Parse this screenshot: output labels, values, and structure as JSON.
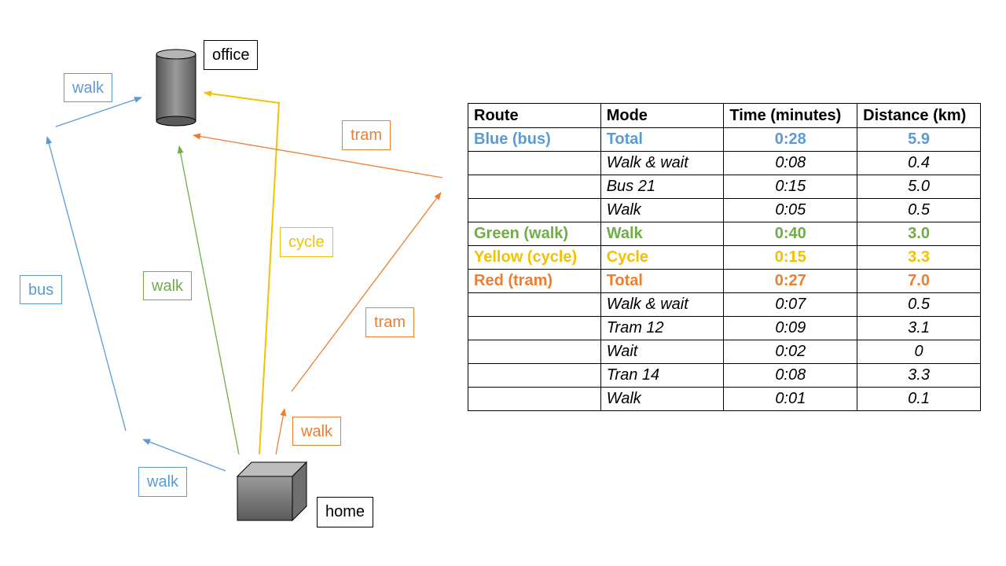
{
  "colors": {
    "blue": "#5b9bd5",
    "green": "#70ad47",
    "yellow": "#f2c100",
    "orange": "#ed7d31"
  },
  "nodes": {
    "office": "office",
    "home": "home"
  },
  "edge_labels": {
    "blue_walk_top": "walk",
    "blue_bus": "bus",
    "blue_walk_bottom": "walk",
    "green_walk": "walk",
    "yellow_cycle": "cycle",
    "orange_tram_top": "tram",
    "orange_tram_mid": "tram",
    "orange_walk": "walk"
  },
  "table": {
    "headers": [
      "Route",
      "Mode",
      "Time (minutes)",
      "Distance (km)"
    ],
    "rows": [
      {
        "route": "Blue (bus)",
        "mode": "Total",
        "time": "0:28",
        "distance": "5.9"
      },
      {
        "route": "",
        "mode": "Walk & wait",
        "time": "0:08",
        "distance": "0.4"
      },
      {
        "route": "",
        "mode": "Bus 21",
        "time": "0:15",
        "distance": "5.0"
      },
      {
        "route": "",
        "mode": "Walk",
        "time": "0:05",
        "distance": "0.5"
      },
      {
        "route": "Green (walk)",
        "mode": "Walk",
        "time": "0:40",
        "distance": "3.0"
      },
      {
        "route": "Yellow (cycle)",
        "mode": "Cycle",
        "time": "0:15",
        "distance": "3.3"
      },
      {
        "route": "Red (tram)",
        "mode": "Total",
        "time": "0:27",
        "distance": "7.0"
      },
      {
        "route": "",
        "mode": "Walk & wait",
        "time": "0:07",
        "distance": "0.5"
      },
      {
        "route": "",
        "mode": "Tram 12",
        "time": "0:09",
        "distance": "3.1"
      },
      {
        "route": "",
        "mode": "Wait",
        "time": "0:02",
        "distance": "0"
      },
      {
        "route": "",
        "mode": "Tran 14",
        "time": "0:08",
        "distance": "3.3"
      },
      {
        "route": "",
        "mode": "Walk",
        "time": "0:01",
        "distance": "0.1"
      }
    ]
  }
}
